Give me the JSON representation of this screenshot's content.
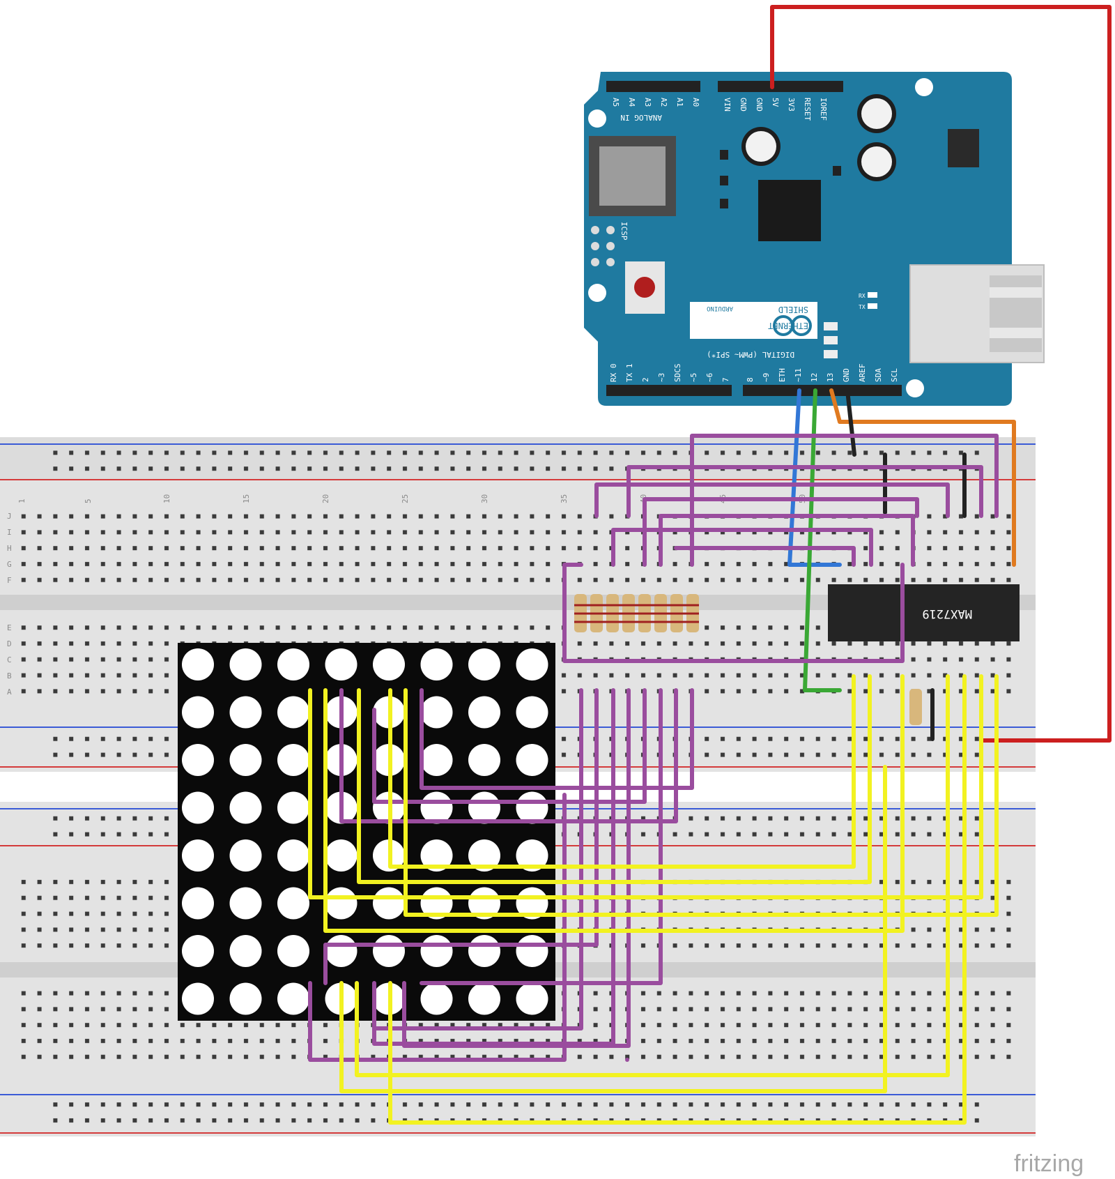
{
  "brand": "fritzing",
  "shield": {
    "analog_label": "ANALOG IN",
    "analog_pins": [
      "A5",
      "A4",
      "A3",
      "A2",
      "A1",
      "A0"
    ],
    "power_pins": [
      "VIN",
      "GND",
      "GND",
      "5V",
      "3V3",
      "RESET",
      "IOREF"
    ],
    "digital_label": "DIGITAL (PWM~ SPI*)",
    "digital_pins": [
      "RX 0",
      "TX 1",
      "2",
      "~3",
      "SDCS",
      "~5",
      "~6",
      "7",
      "8",
      "~9",
      "ETH",
      "~11",
      "12",
      "13",
      "GND",
      "AREF",
      "SDA",
      "SCL"
    ],
    "icsp_label": "ICSP",
    "logo_text": "ARDUINO",
    "title_lines": [
      "ETHERNET",
      "SHIELD"
    ],
    "led_labels": [
      "RX",
      "TX"
    ]
  },
  "chip": {
    "label": "MAX7219"
  },
  "breadboard_numbers": [
    "1",
    "5",
    "10",
    "15",
    "20",
    "25",
    "30",
    "35",
    "40",
    "45",
    "50"
  ],
  "row_letters_top": [
    "J",
    "I",
    "H",
    "G",
    "F"
  ],
  "row_letters_bottom": [
    "E",
    "D",
    "C",
    "B",
    "A"
  ],
  "wire_colors": {
    "red": "#cc1f1f",
    "purple": "#9a4d9e",
    "yellow": "#f2f221",
    "blue": "#3277d6",
    "green": "#3aa835",
    "orange": "#e07a20",
    "black": "#222222"
  }
}
